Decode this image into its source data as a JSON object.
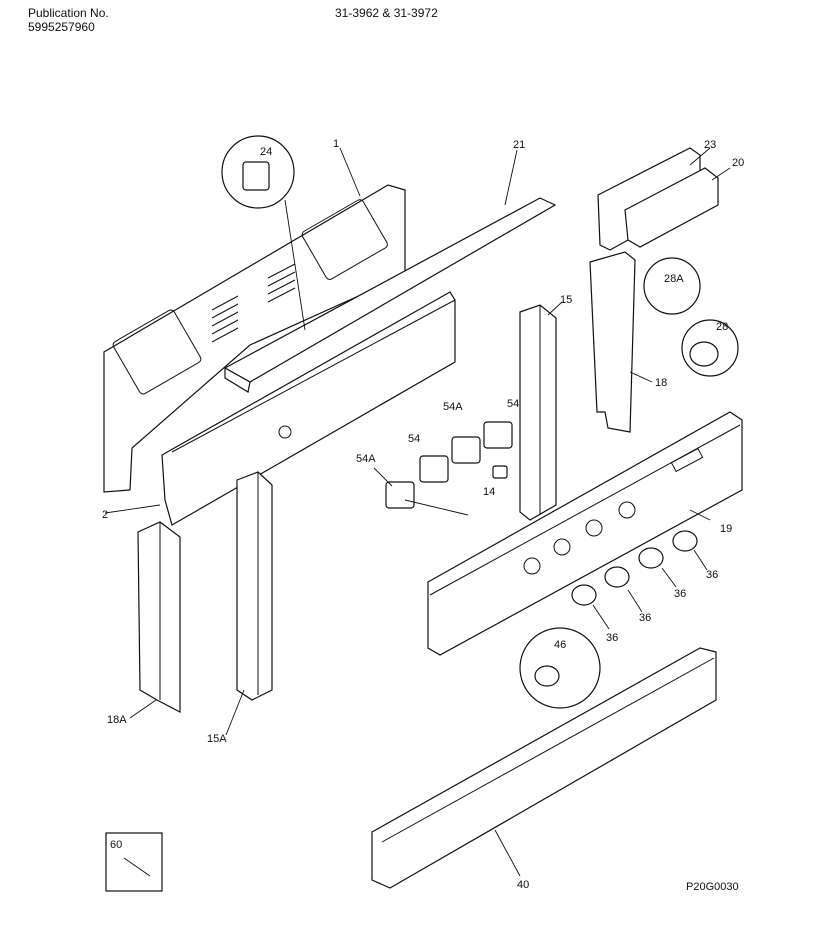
{
  "header": {
    "publication_label": "Publication No.",
    "publication_number": "5995257960",
    "model_numbers": "31-3962 & 31-3972"
  },
  "diagram_code": "P20G0030",
  "callouts": {
    "c1": "1",
    "c21": "21",
    "c24": "24",
    "c23": "23",
    "c20": "20",
    "c28a": "28A",
    "c28": "28",
    "c15": "15",
    "c18": "18",
    "c54a_top": "54A",
    "c54_top": "54",
    "c54_left": "54",
    "c54a_left": "54A",
    "c14": "14",
    "c19": "19",
    "c2": "2",
    "c36_a": "36",
    "c36_b": "36",
    "c36_c": "36",
    "c36_d": "36",
    "c46": "46",
    "c18a": "18A",
    "c15a": "15A",
    "c60": "60",
    "c40": "40"
  }
}
